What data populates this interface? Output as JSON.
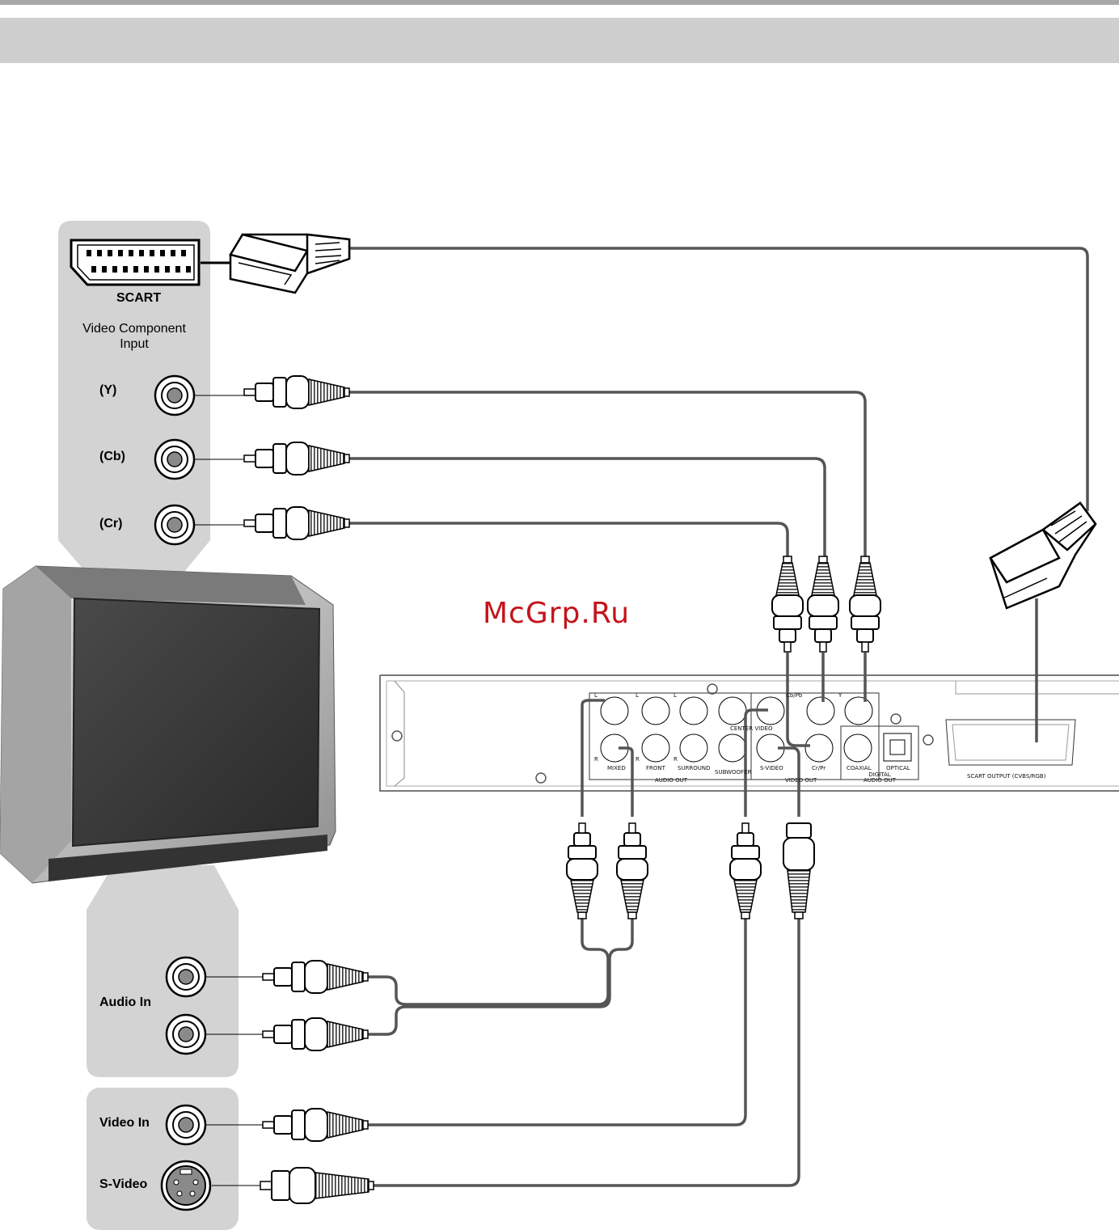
{
  "colors": {
    "panel_gray": "#d3d3d3",
    "header_bar": "#cfcfcf",
    "top_rule": "#a8a8a8",
    "cable": "#555555",
    "watermark": "#c4141a"
  },
  "tv_inputs_top": {
    "scart_label": "SCART",
    "component_heading": "Video Component\nInput",
    "y_label": "(Y)",
    "cb_label": "(Cb)",
    "cr_label": "(Cr)"
  },
  "tv_inputs_bottom": {
    "audio_label": "Audio In",
    "video_label": "Video In",
    "svideo_label": "S-Video"
  },
  "watermark": "McGrp.Ru",
  "player_panel": {
    "label_l1": "L",
    "label_l2": "L",
    "label_l3": "L",
    "label_r1": "R",
    "label_r2": "R",
    "label_r3": "R",
    "mixed": "MIXED",
    "front": "FRONT",
    "surround": "SURROUND",
    "subwoofer": "SUBWOOFER",
    "center_video": "CENTER VIDEO",
    "cb_pb": "Cb/Pb",
    "y": "Y",
    "s_video": "S-VIDEO",
    "cr_pr": "Cr/Pr",
    "coaxial": "COAXIAL",
    "optical": "OPTICAL",
    "audio_out": "AUDIO OUT",
    "video_out": "VIDEO OUT",
    "digital_audio_out": "DIGITAL\nAUDIO OUT",
    "scart_output": "SCART OUTPUT (CVBS/RGB)"
  }
}
